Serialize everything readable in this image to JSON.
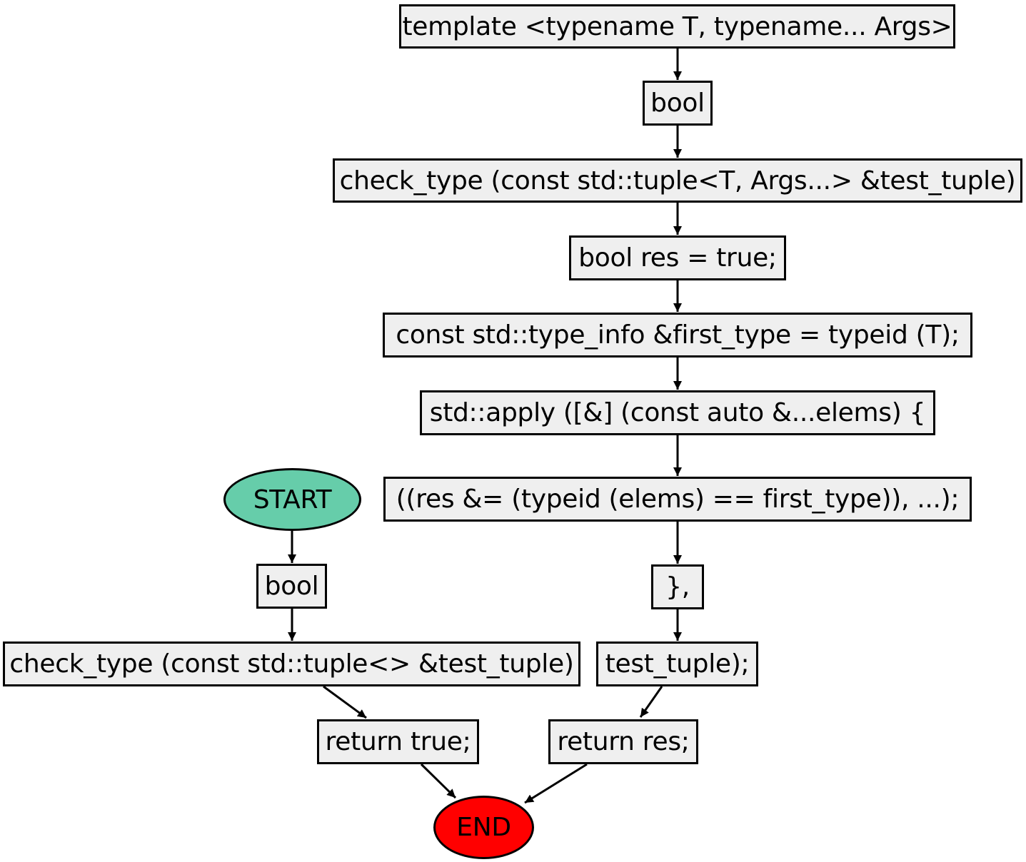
{
  "diagram": {
    "type": "flowchart",
    "colors": {
      "process_fill": "#efefef",
      "start_fill": "#66cdaa",
      "end_fill": "#ff0000",
      "stroke": "#000000"
    },
    "nodes": {
      "template": "template <typename T, typename... Args>",
      "bool_right": "bool",
      "check_type_tmpl": "check_type (const std::tuple<T, Args...> &test_tuple)",
      "bool_res": "bool res = true;",
      "first_type": "const std::type_info &first_type = typeid (T);",
      "apply": "std::apply ([&] (const auto &...elems) {",
      "fold": "((res &= (typeid (elems) == first_type)), ...);",
      "close_brace": "},",
      "test_tuple": "test_tuple);",
      "return_res": "return res;",
      "start": "START",
      "bool_left": "bool",
      "check_type_empty": "check_type (const std::tuple<> &test_tuple)",
      "return_true": "return true;",
      "end": "END"
    },
    "edges": [
      [
        "template",
        "bool_right"
      ],
      [
        "bool_right",
        "check_type_tmpl"
      ],
      [
        "check_type_tmpl",
        "bool_res"
      ],
      [
        "bool_res",
        "first_type"
      ],
      [
        "first_type",
        "apply"
      ],
      [
        "apply",
        "fold"
      ],
      [
        "fold",
        "close_brace"
      ],
      [
        "close_brace",
        "test_tuple"
      ],
      [
        "test_tuple",
        "return_res"
      ],
      [
        "return_res",
        "end"
      ],
      [
        "start",
        "bool_left"
      ],
      [
        "bool_left",
        "check_type_empty"
      ],
      [
        "check_type_empty",
        "return_true"
      ],
      [
        "return_true",
        "end"
      ]
    ]
  }
}
